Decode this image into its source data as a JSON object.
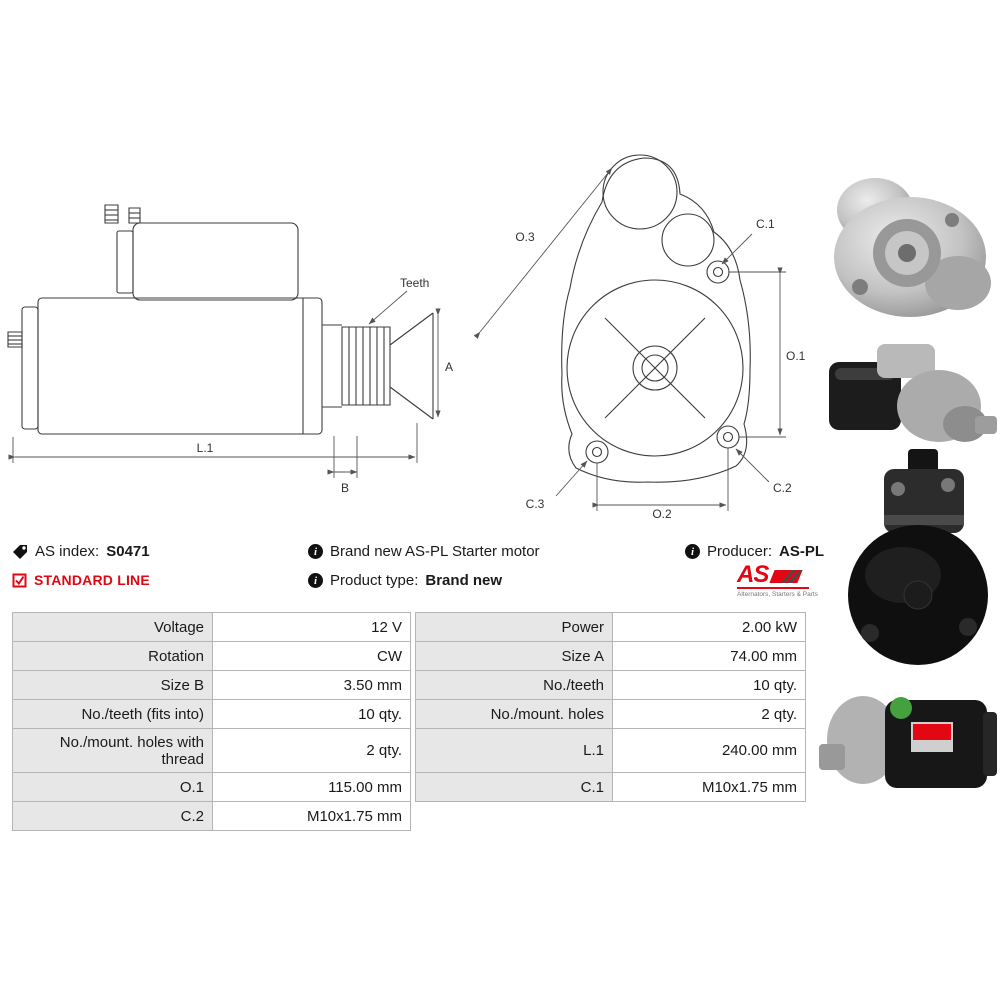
{
  "meta": {
    "as_index_label": "AS index:",
    "as_index_value": "S0471",
    "standard_line": "STANDARD LINE",
    "brand_new_text": "Brand new AS-PL Starter motor",
    "product_type_label": "Product type:",
    "product_type_value": "Brand new",
    "producer_label": "Producer:",
    "producer_value": "AS-PL"
  },
  "logo": {
    "text": "AS",
    "tagline": "Alternators, Starters & Parts"
  },
  "drawing": {
    "labels": {
      "teeth": "Teeth",
      "A": "A",
      "B": "B",
      "L1": "L.1",
      "O1": "O.1",
      "O2": "O.2",
      "O3": "O.3",
      "C1": "C.1",
      "C2": "C.2",
      "C3": "C.3"
    }
  },
  "spec_table": {
    "left": [
      {
        "label": "Voltage",
        "value": "12 V"
      },
      {
        "label": "Rotation",
        "value": "CW"
      },
      {
        "label": "Size B",
        "value": "3.50 mm"
      },
      {
        "label": "No./teeth (fits into)",
        "value": "10 qty."
      },
      {
        "label": "No./mount. holes with thread",
        "value": "2 qty."
      },
      {
        "label": "O.1",
        "value": "115.00 mm"
      },
      {
        "label": "C.2",
        "value": "M10x1.75 mm"
      }
    ],
    "right": [
      {
        "label": "Power",
        "value": "2.00 kW"
      },
      {
        "label": "Size A",
        "value": "74.00 mm"
      },
      {
        "label": "No./teeth",
        "value": "10 qty."
      },
      {
        "label": "No./mount. holes",
        "value": "2 qty."
      },
      {
        "label": "L.1",
        "value": "240.00 mm"
      },
      {
        "label": "C.1",
        "value": "M10x1.75 mm"
      }
    ]
  },
  "colors": {
    "accent_red": "#e30613",
    "table_label_bg": "#e7e7e7",
    "table_border": "#b5b5b5",
    "drawing_line": "#3c3c3c"
  }
}
